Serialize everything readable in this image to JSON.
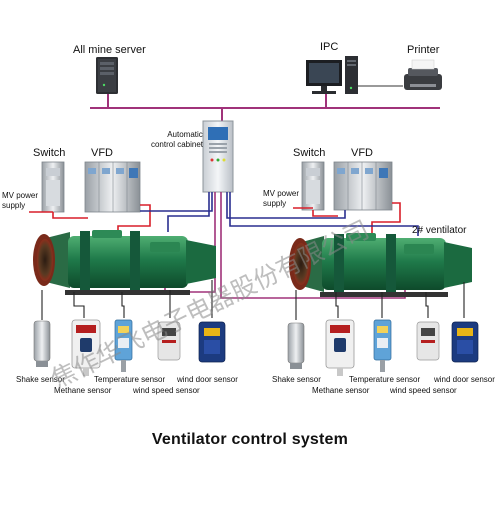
{
  "title": "Ventilator control system",
  "network": {
    "server_label": "All mine server",
    "ipc_label": "IPC",
    "printer_label": "Printer",
    "cabinet_label_line1": "Automatic",
    "cabinet_label_line2": "control cabinet"
  },
  "left_station": {
    "switch_label": "Switch",
    "vfd_label": "VFD",
    "power_label_line1": "MV power",
    "power_label_line2": "supply",
    "sensors": {
      "shake": "Shake sensor",
      "methane": "Methane sensor",
      "temperature": "Temperature sensor",
      "wind_speed": "wind speed sensor",
      "wind_door": "wind door sensor"
    }
  },
  "right_station": {
    "switch_label": "Switch",
    "vfd_label": "VFD",
    "power_label_line1": "MV power",
    "power_label_line2": "supply",
    "ventilator_label": "2# ventilator",
    "sensors": {
      "shake": "Shake sensor",
      "methane": "Methane sensor",
      "temperature": "Temperature sensor",
      "wind_speed": "wind speed sensor",
      "wind_door": "wind door sensor"
    }
  },
  "watermark": "焦作华飞电子电器股份有限公司",
  "colors": {
    "ethernet_line": "#a0327a",
    "power_line": "#d81f2a",
    "control_line": "#2a2f8f",
    "signal_line": "#222222",
    "fan_body": "#1f7a4a",
    "cabinet": "#e9ecef"
  }
}
